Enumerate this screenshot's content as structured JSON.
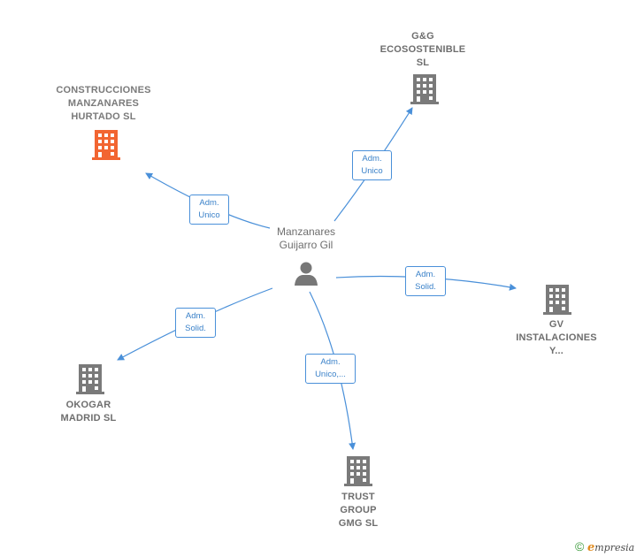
{
  "center": {
    "name_lines": [
      "Manzanares",
      "Guijarro Gil"
    ]
  },
  "companies": {
    "construcciones": {
      "lines": [
        "CONSTRUCCIONES",
        "MANZANARES",
        "HURTADO  SL"
      ],
      "color": "#f26531"
    },
    "gg": {
      "lines": [
        "G&G",
        "ECOSOSTENIBLE",
        "SL"
      ],
      "color": "#7a7a7a"
    },
    "gv": {
      "lines": [
        "GV",
        "INSTALACIONES",
        "Y..."
      ],
      "color": "#7a7a7a"
    },
    "okogar": {
      "lines": [
        "OKOGAR",
        "MADRID  SL"
      ],
      "color": "#7a7a7a"
    },
    "trust": {
      "lines": [
        "TRUST",
        "GROUP",
        "GMG  SL"
      ],
      "color": "#7a7a7a"
    }
  },
  "edges": {
    "construcciones": [
      "Adm.",
      "Unico"
    ],
    "gg": [
      "Adm.",
      "Unico"
    ],
    "gv": [
      "Adm.",
      "Solid."
    ],
    "okogar": [
      "Adm.",
      "Solid."
    ],
    "trust": [
      "Adm.",
      "Unico,..."
    ]
  },
  "colors": {
    "edge": "#4a90d9",
    "person": "#777777"
  },
  "footer": {
    "copyright": "©",
    "brand_initial": "e",
    "brand_rest": "mpresia"
  }
}
